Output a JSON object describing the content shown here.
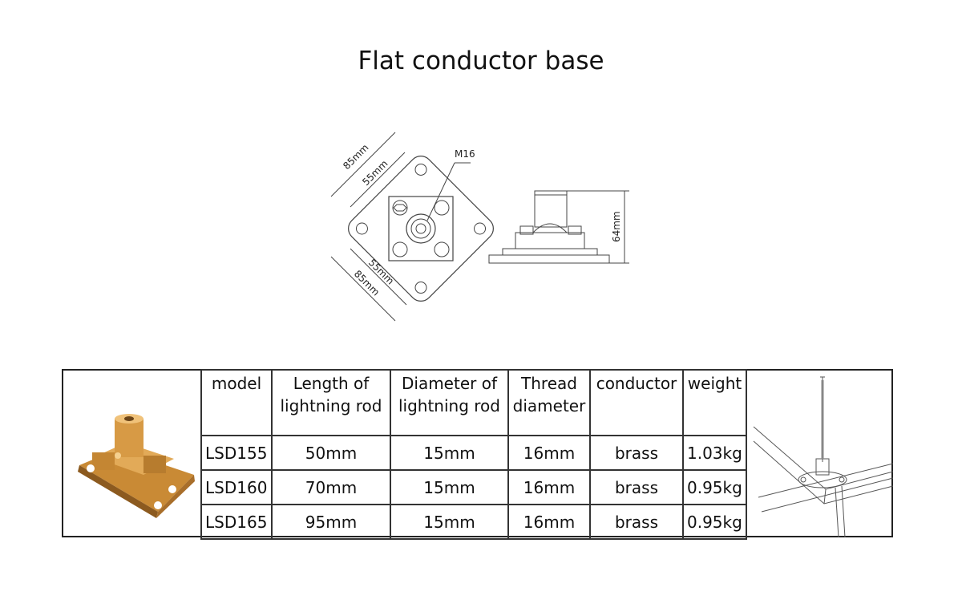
{
  "title": "Flat conductor base",
  "drawing": {
    "top_view": {
      "outer_top": "85mm",
      "inner_top": "55mm",
      "outer_bottom": "85mm",
      "inner_bottom": "55mm",
      "thread": "M16"
    },
    "side_view": {
      "height": "64mm"
    }
  },
  "table": {
    "headers": [
      [
        "model"
      ],
      [
        "Length of",
        "lightning rod"
      ],
      [
        "Diameter of",
        "lightning rod"
      ],
      [
        "Thread",
        "diameter"
      ],
      [
        "conductor"
      ],
      [
        "weight"
      ]
    ],
    "rows": [
      [
        "LSD155",
        "50mm",
        "15mm",
        "16mm",
        "brass",
        "1.03kg"
      ],
      [
        "LSD160",
        "70mm",
        "15mm",
        "16mm",
        "brass",
        "0.95kg"
      ],
      [
        "LSD165",
        "95mm",
        "15mm",
        "16mm",
        "brass",
        "0.95kg"
      ]
    ]
  },
  "colors": {
    "brass": "#d9a24c",
    "line": "#333333"
  }
}
